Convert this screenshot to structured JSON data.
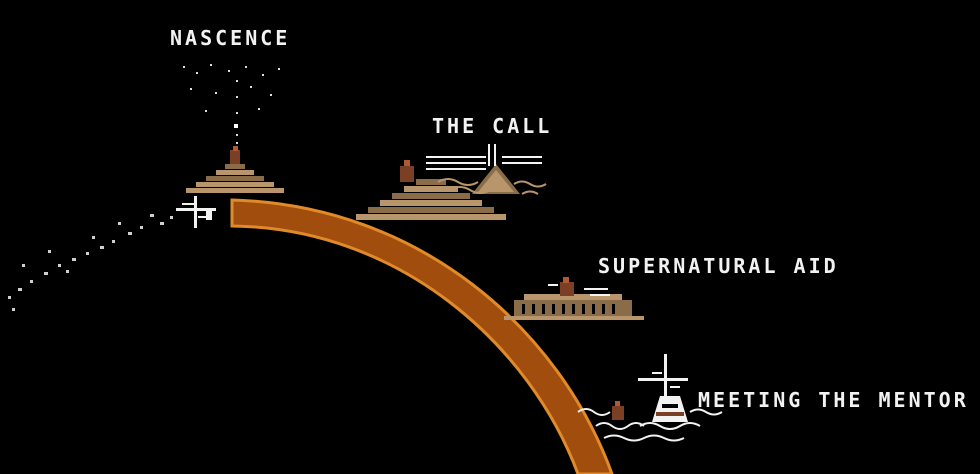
{
  "labels": {
    "nascence": "NASCENCE",
    "the_call": "THE CALL",
    "supernatural_aid": "SUPERNATURAL AID",
    "meeting_the_mentor": "MEETING THE MENTOR"
  },
  "colors": {
    "background": "#000000",
    "arc_fill": "#a14d0e",
    "arc_edge": "#e08a2a",
    "pyramid_tan": "#b8956a",
    "pyramid_dark": "#8a6d48",
    "figure_brown": "#7a3f25",
    "white": "#f2f2f2"
  },
  "icons": [
    "stars-icon",
    "pyramid-icon",
    "windmill-icon",
    "lighthouse-icon",
    "cloud-icon",
    "figure-icon"
  ]
}
